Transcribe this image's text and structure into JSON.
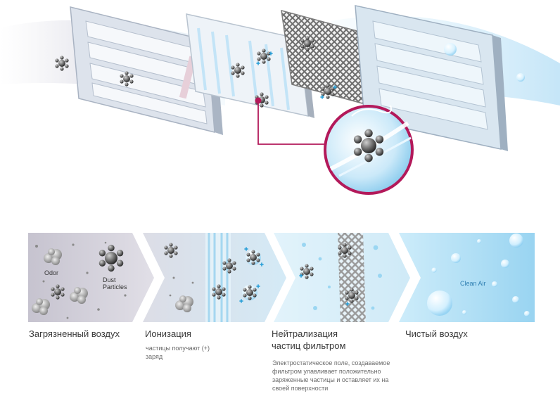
{
  "stages": [
    {
      "title": "Загрязненный воздух",
      "description": ""
    },
    {
      "title": "Ионизация",
      "description": "частицы получают (+)\nзаряд"
    },
    {
      "title": "Нейтрализация\nчастиц фильтром",
      "description": "Электростатическое поле, создаваемое\nфильтром улавливает положительно\nзаряженные частицы и оставляет их на\nсвоей поверхности"
    },
    {
      "title": "Чистый воздух",
      "description": ""
    }
  ],
  "panel_labels": {
    "odor": "Odor",
    "dust": "Dust\nParticles",
    "clean_air": "Clean Air"
  },
  "icons": {
    "particle": "dust-particle-icon",
    "odor": "odor-cloud-icon",
    "charge": "plus-charge-icon",
    "bubble": "clean-air-bubble-icon"
  },
  "colors": {
    "dirty_air": "#b9b6c4",
    "ionization": "#d5e8f3",
    "neutralization": "#dcf0f9",
    "clean_air": "#a8daf2",
    "magnifier_ring": "#b3195a",
    "charge": "#2a9fd8"
  }
}
